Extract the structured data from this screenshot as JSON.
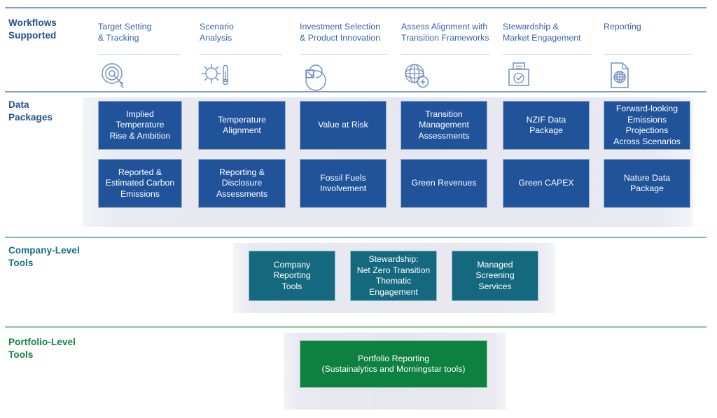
{
  "colors": {
    "workflow_label": "#3a63a8",
    "data_package_tile": "#21539b",
    "company_tile": "#15697f",
    "portfolio_tile": "#0e8040",
    "divider_blue": "#7f99c6",
    "divider_teal": "#7fb6c1",
    "divider_green": "#85c79b",
    "panel_gray": "#e6e7ef"
  },
  "sections": {
    "workflows": {
      "label": "Workflows\nSupported",
      "columns": [
        {
          "label": "Target Setting\n& Tracking",
          "icon": "target-arrow-icon"
        },
        {
          "label": "Scenario\nAnalysis",
          "icon": "sun-thermometer-icon"
        },
        {
          "label": "Investment Selection\n& Product Innovation",
          "icon": "pie-chart-segment-icon"
        },
        {
          "label": "Assess Alignment with\nTransition Frameworks",
          "icon": "globe-plus-icon"
        },
        {
          "label": "Stewardship &\nMarket Engagement",
          "icon": "ballot-box-check-icon"
        },
        {
          "label": "Reporting",
          "icon": "document-globe-icon"
        }
      ]
    },
    "data_packages": {
      "label": "Data\nPackages",
      "row1": [
        "Implied\nTemperature\nRise & Ambition",
        "Temperature\nAlignment",
        "Value at Risk",
        "Transition\nManagement\nAssessments",
        "NZIF Data\nPackage",
        "Forward-looking\nEmissions\nProjections\nAcross Scenarios"
      ],
      "row2": [
        "Reported &\nEstimated Carbon\nEmissions",
        "Reporting &\nDisclosure\nAssessments",
        "Fossil Fuels\nInvolvement",
        "Green Revenues",
        "Green CAPEX",
        "Nature Data\nPackage"
      ]
    },
    "company_level": {
      "label": "Company-Level\nTools",
      "tiles": [
        "Company\nReporting\nTools",
        "Stewardship:\nNet Zero Transition\nThematic\nEngagement",
        "Managed\nScreening\nServices"
      ]
    },
    "portfolio_level": {
      "label": "Portfolio-Level\nTools",
      "tiles": [
        "Portfolio Reporting\n(Sustainalytics and Morningstar tools)"
      ]
    }
  }
}
